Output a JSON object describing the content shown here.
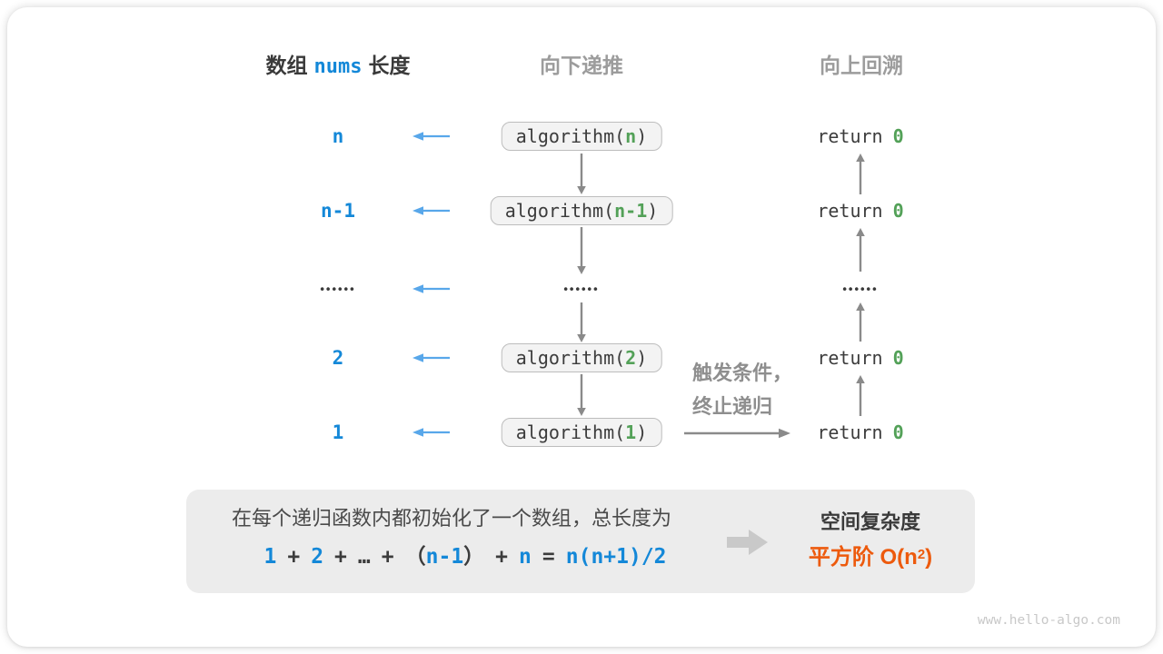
{
  "colors": {
    "accent_blue": "#1488d8",
    "arrow_blue": "#58a7ea",
    "code_green": "#53a158",
    "result_orange": "#ed5a0d",
    "header_gray": "#9c9c9c",
    "arrow_gray": "#8a8a8a",
    "panel_gray": "#ececec",
    "box_fill": "#f3f3f3",
    "box_border": "#bdbdbd"
  },
  "headers": {
    "left_prefix": "数组",
    "left_code": "nums",
    "left_suffix": "长度",
    "mid": "向下递推",
    "right": "向上回溯"
  },
  "rows": [
    {
      "left": "n",
      "box_pre": "algorithm(",
      "box_param": "n",
      "box_post": ")",
      "ret": "return",
      "ret_val": "0"
    },
    {
      "left": "n-1",
      "box_pre": "algorithm(",
      "box_param": "n-1",
      "box_post": ")",
      "ret": "return",
      "ret_val": "0"
    },
    {
      "dots": "••••••"
    },
    {
      "left": "2",
      "box_pre": "algorithm(",
      "box_param": "2",
      "box_post": ")",
      "ret": "return",
      "ret_val": "0"
    },
    {
      "left": "1",
      "box_pre": "algorithm(",
      "box_param": "1",
      "box_post": ")",
      "ret": "return",
      "ret_val": "0"
    }
  ],
  "trigger": {
    "line1": "触发条件，",
    "line2": "终止递归"
  },
  "summary": {
    "line1": "在每个递归函数内都初始化了一个数组，总长度为",
    "formula": {
      "n1": "1",
      "op1": "+",
      "n2": "2",
      "op2": "+",
      "ellipsis": "…",
      "op3": "+",
      "paren_open": "（",
      "n3": "n-1",
      "paren_close": "）",
      "op4": "+",
      "n4": "n",
      "eq": "=",
      "rhs": "n(n+1)/2"
    },
    "result_title": "空间复杂度",
    "result_pre": "平方阶 O(n",
    "result_sup": "2",
    "result_post": ")"
  },
  "watermark": "www.hello-algo.com"
}
